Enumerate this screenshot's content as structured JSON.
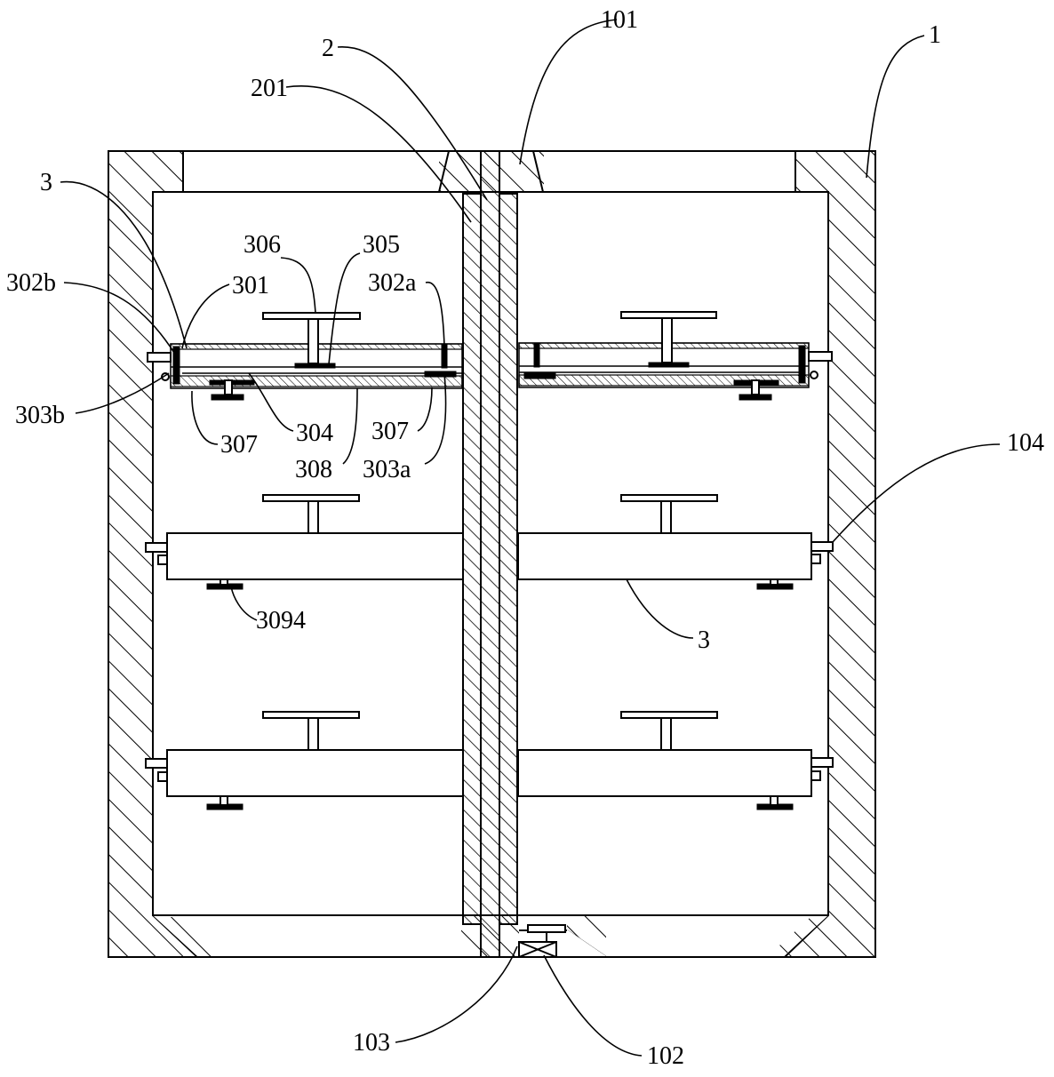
{
  "labels": {
    "l1": "1",
    "l2": "2",
    "l101": "101",
    "l201": "201",
    "l3a": "3",
    "l3b": "3",
    "l306": "306",
    "l305": "305",
    "l302b": "302b",
    "l301": "301",
    "l302a": "302a",
    "l303b": "303b",
    "l307a": "307",
    "l304": "304",
    "l307b": "307",
    "l308": "308",
    "l303a": "303a",
    "l104": "104",
    "l3094": "3094",
    "l103": "103",
    "l102": "102"
  },
  "colors": {
    "stroke": "#000000",
    "background": "#ffffff"
  }
}
